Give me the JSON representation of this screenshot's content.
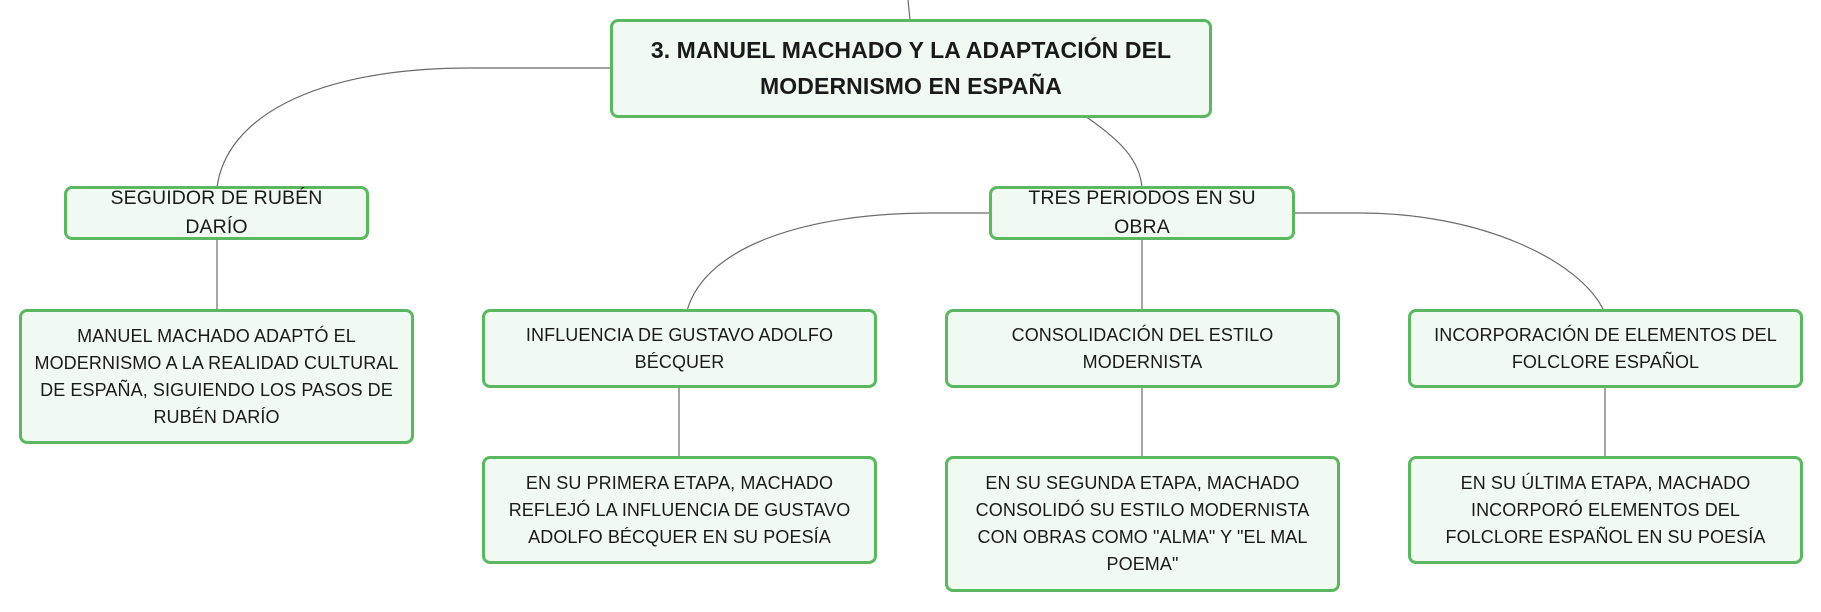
{
  "mindmap": {
    "root": {
      "label": "3. MANUEL MACHADO Y LA ADAPTACIÓN DEL MODERNISMO EN ESPAÑA"
    },
    "branches": [
      {
        "label": "SEGUIDOR DE RUBÉN DARÍO",
        "children": [
          {
            "label": "MANUEL MACHADO ADAPTÓ EL MODERNISMO A LA REALIDAD CULTURAL DE ESPAÑA, SIGUIENDO LOS PASOS DE RUBÉN DARÍO"
          }
        ]
      },
      {
        "label": "TRES PERIODOS EN SU OBRA",
        "children": [
          {
            "label": "INFLUENCIA DE GUSTAVO ADOLFO BÉCQUER",
            "children": [
              {
                "label": "EN SU PRIMERA ETAPA, MACHADO REFLEJÓ LA INFLUENCIA DE GUSTAVO ADOLFO BÉCQUER EN SU POESÍA"
              }
            ]
          },
          {
            "label": "CONSOLIDACIÓN DEL ESTILO MODERNISTA",
            "children": [
              {
                "label": "EN SU SEGUNDA ETAPA, MACHADO CONSOLIDÓ SU ESTILO MODERNISTA CON OBRAS COMO \"ALMA\" Y \"EL MAL POEMA\""
              }
            ]
          },
          {
            "label": "INCORPORACIÓN DE ELEMENTOS DEL FOLCLORE ESPAÑOL",
            "children": [
              {
                "label": "EN SU ÚLTIMA ETAPA, MACHADO INCORPORÓ ELEMENTOS DEL FOLCLORE ESPAÑOL EN SU POESÍA"
              }
            ]
          }
        ]
      }
    ]
  },
  "colors": {
    "node_border": "#5cb860",
    "node_fill": "#f1faf2",
    "connector": "#6b6b6b"
  }
}
